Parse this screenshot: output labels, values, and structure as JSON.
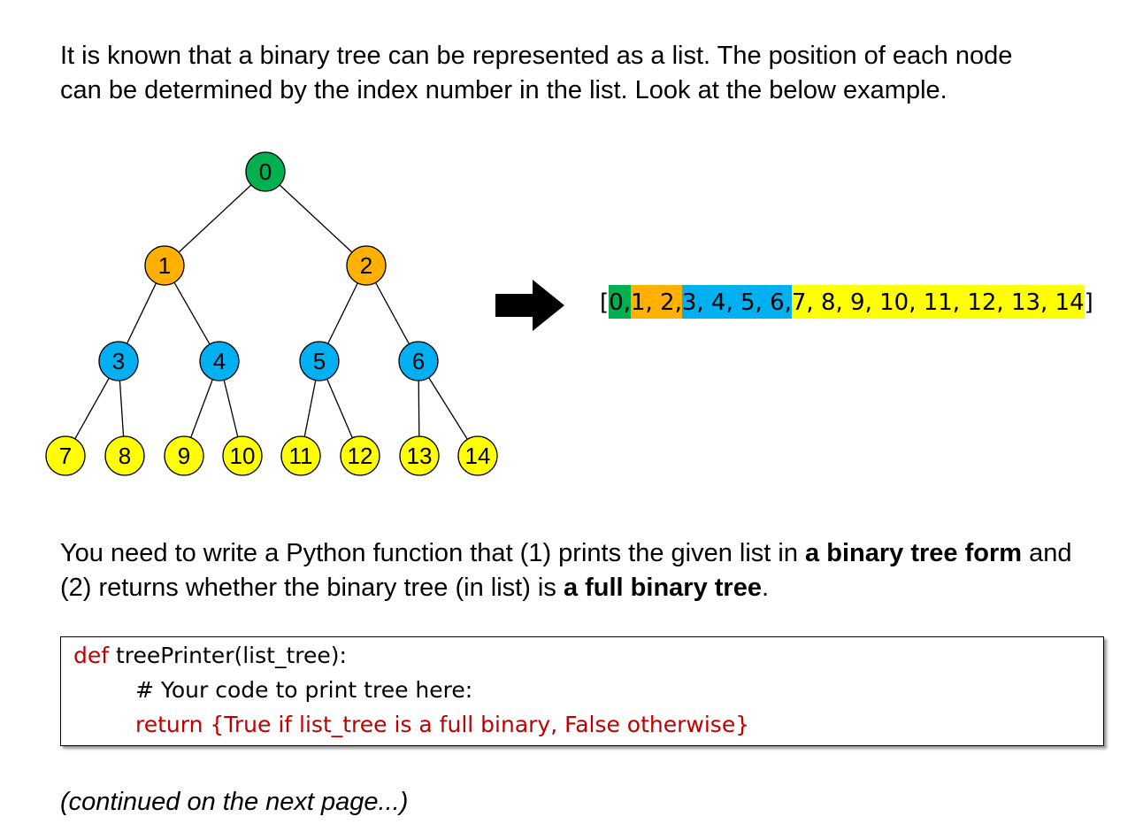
{
  "intro": {
    "line1": "It is known that a binary tree can be represented as a list. The position of each node",
    "line2": "can be determined by the index number in the list. Look at the below example."
  },
  "tree": {
    "nodes": [
      {
        "label": "0",
        "color": "#00b050"
      },
      {
        "label": "1",
        "color": "#ffb000"
      },
      {
        "label": "2",
        "color": "#ffb000"
      },
      {
        "label": "3",
        "color": "#00b0f0"
      },
      {
        "label": "4",
        "color": "#00b0f0"
      },
      {
        "label": "5",
        "color": "#00b0f0"
      },
      {
        "label": "6",
        "color": "#00b0f0"
      },
      {
        "label": "7",
        "color": "#ffff00"
      },
      {
        "label": "8",
        "color": "#ffff00"
      },
      {
        "label": "9",
        "color": "#ffff00"
      },
      {
        "label": "10",
        "color": "#ffff00"
      },
      {
        "label": "11",
        "color": "#ffff00"
      },
      {
        "label": "12",
        "color": "#ffff00"
      },
      {
        "label": "13",
        "color": "#ffff00"
      },
      {
        "label": "14",
        "color": "#ffff00"
      }
    ]
  },
  "list_repr": {
    "open": "[",
    "group0": "0,",
    "group1": " 1, 2,",
    "group2": " 3, 4, 5, 6,",
    "group3": " 7, 8, 9, 10, 11, 12, 13, 14",
    "close": "]"
  },
  "task": {
    "part1": "You need to write a Python function that (1) prints the given list in ",
    "bold1": "a binary tree form",
    "part2": " and (2) returns whether the binary tree (in list) is ",
    "bold2": "a full binary tree",
    "part3": "."
  },
  "code": {
    "def_kw": "def",
    "signature": " treePrinter(list_tree):",
    "comment": "# Your code to print tree here:",
    "return_line": "return {True if list_tree is a full binary, False otherwise}"
  },
  "footer": "(continued on the next page...)"
}
